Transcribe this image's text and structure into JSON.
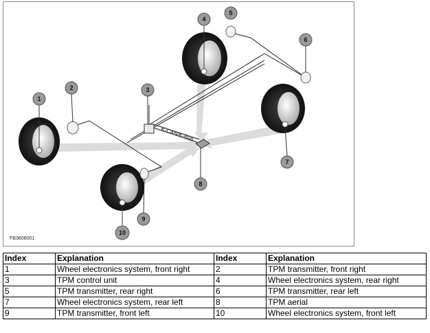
{
  "figure": {
    "code": "FB3606001",
    "bus_label": "K-CAN/K-Bus",
    "callouts": [
      "1",
      "2",
      "3",
      "4",
      "5",
      "6",
      "7",
      "8",
      "9",
      "10"
    ]
  },
  "legend": {
    "headers": [
      "Index",
      "Explanation",
      "Index",
      "Explanation"
    ],
    "rows": [
      [
        "1",
        "Wheel electronics system, front right",
        "2",
        "TPM transmitter, front right"
      ],
      [
        "3",
        "TPM control unit",
        "4",
        "Wheel electronics system, rear right"
      ],
      [
        "5",
        "TPM transmitter, rear right",
        "6",
        "TPM transmitter, rear left"
      ],
      [
        "7",
        "Wheel electronics system, rear left",
        "8",
        "TPM aerial"
      ],
      [
        "9",
        "TPM transmitter, front left",
        "10",
        "Wheel electronics system, front left"
      ]
    ]
  }
}
